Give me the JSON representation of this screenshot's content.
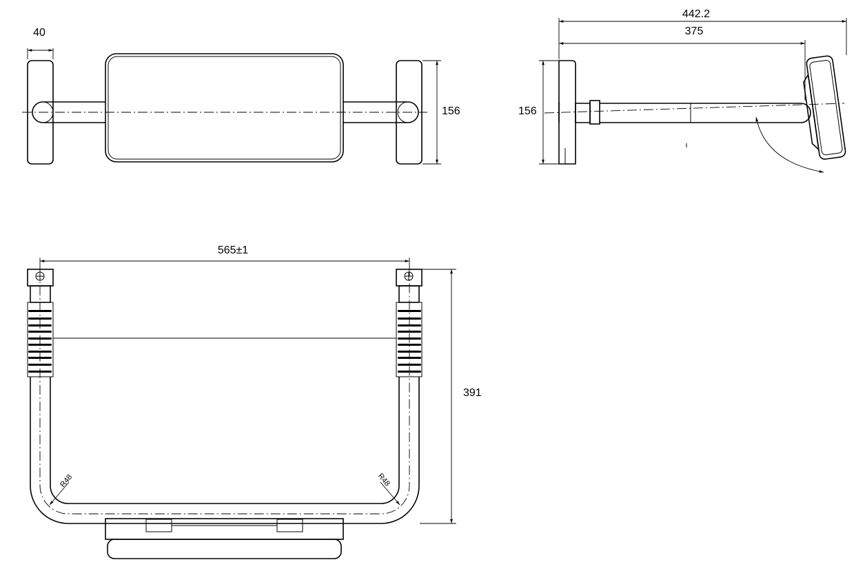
{
  "top_view": {
    "dim_flange_width": "40",
    "dim_height": "156"
  },
  "side_view": {
    "dim_overall_length": "442.2",
    "dim_arm_length": "375",
    "dim_height": "156"
  },
  "front_view": {
    "dim_span": "565±1",
    "dim_height": "391",
    "radius_left": "R48",
    "radius_right": "R48"
  }
}
